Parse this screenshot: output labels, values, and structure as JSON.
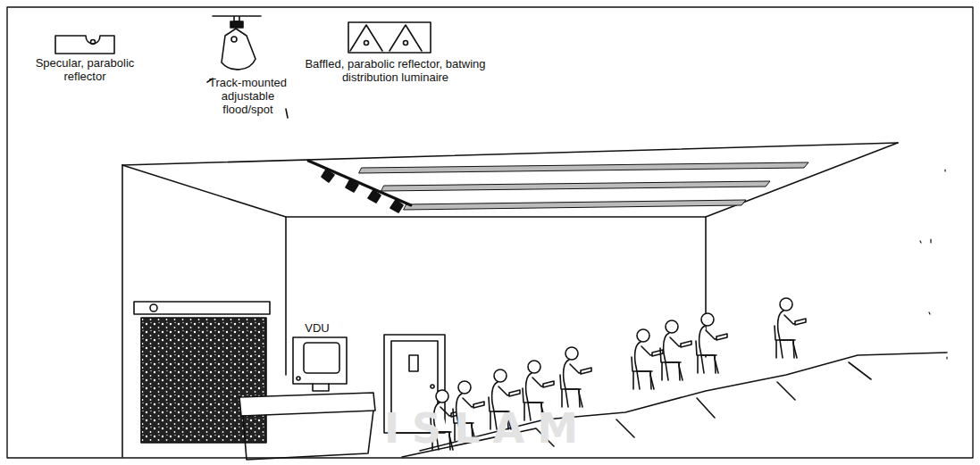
{
  "diagram": {
    "labels": [
      "Specular, parabolic reflector",
      "Track-mounted adjustable flood/spot",
      "Baffled, parabolic reflector, batwing distribution luminaire",
      "VDU",
      "ISLAM"
    ]
  }
}
